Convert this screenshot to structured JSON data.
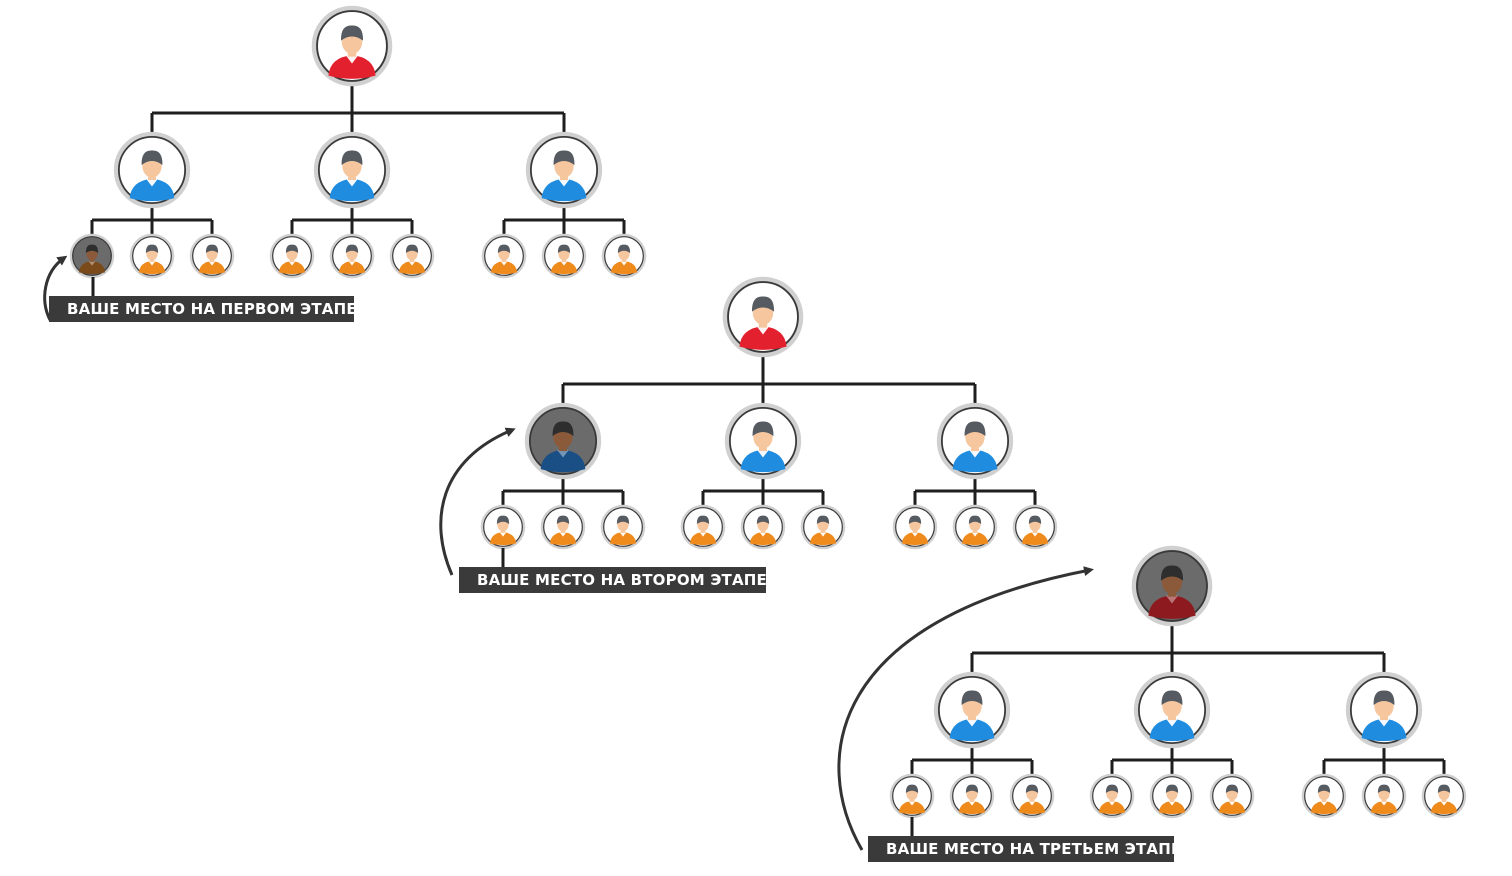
{
  "colors": {
    "line": "#1e1e1e",
    "label_bg": "#3a3a3a",
    "label_text": "#ffffff",
    "shirt_red": "#e3202e",
    "shirt_blue": "#1f8ce0",
    "shirt_orange": "#ef8a1d",
    "skin": "#f6c79e",
    "hair": "#555b61",
    "highlight_bg": "#6b6b6b"
  },
  "icons": {
    "person": "person-avatar-icon",
    "arrow": "curved-arrow-icon"
  },
  "stages": [
    {
      "label": "ВАШЕ МЕСТО НА ПЕРВОМ ЭТАПЕ",
      "your_place": "level-3-node-1"
    },
    {
      "label": "ВАШЕ МЕСТО НА ВТОРОМ ЭТАПЕ",
      "your_place": "level-2-node-1"
    },
    {
      "label": "ВАШЕ МЕСТО НА ТРЕТЬЕМ ЭТАПЕ",
      "your_place": "root"
    }
  ]
}
